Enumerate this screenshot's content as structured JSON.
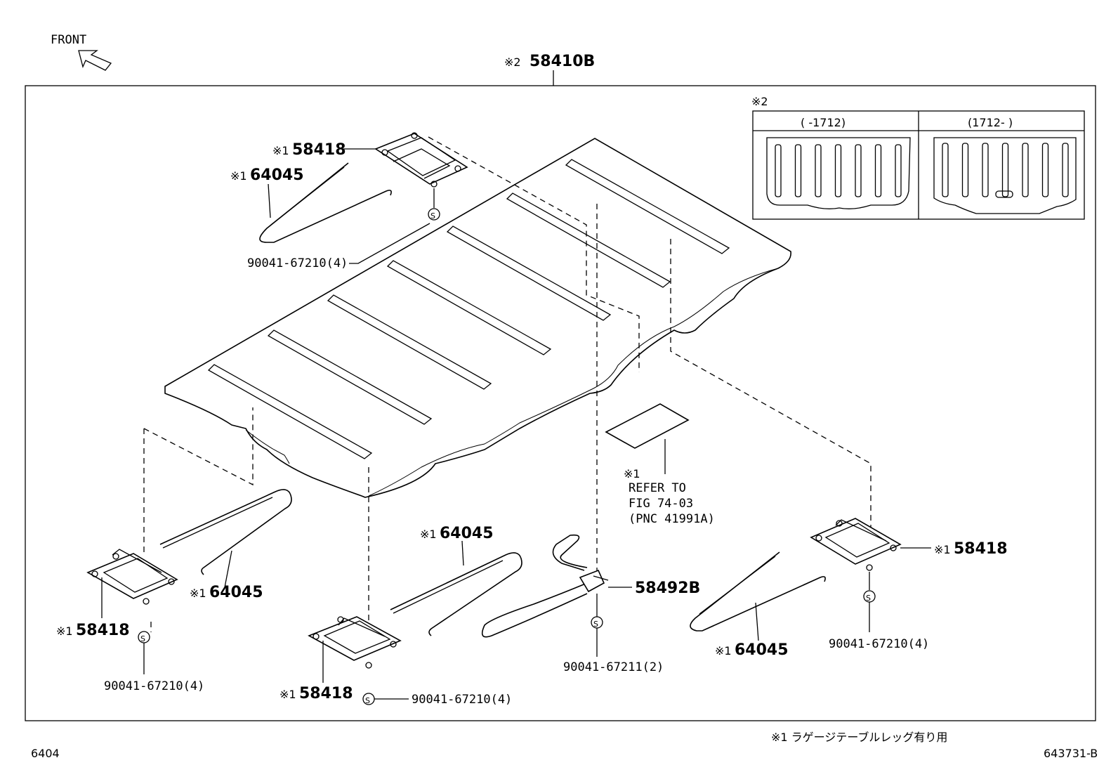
{
  "header": {
    "front_label": "FRONT",
    "main_assembly": {
      "mark": "※2",
      "pnc": "58410B"
    }
  },
  "inset": {
    "mark": "※2",
    "col_left": "(    -1712)",
    "col_right": "(1712-    )"
  },
  "callouts": {
    "bracket_top": {
      "mark": "※1",
      "pnc": "58418"
    },
    "rod_top": {
      "mark": "※1",
      "pnc": "64045"
    },
    "bolt_top": "90041-67210(4)",
    "refer_mark": "※1",
    "refer_line1": "REFER TO",
    "refer_line2": "FIG 74-03",
    "refer_line3": "(PNC 41991A)",
    "rod_left": {
      "mark": "※1",
      "pnc": "64045"
    },
    "bracket_left": {
      "mark": "※1",
      "pnc": "58418"
    },
    "bolt_left": "90041-67210(4)",
    "rod_center": {
      "mark": "※1",
      "pnc": "64045"
    },
    "bracket_center": {
      "mark": "※1",
      "pnc": "58418"
    },
    "bolt_center": "90041-67210(4)",
    "strap": {
      "pnc": "58492B"
    },
    "bolt_strap": "90041-67211(2)",
    "bracket_right": {
      "mark": "※1",
      "pnc": "58418"
    },
    "rod_right": {
      "mark": "※1",
      "pnc": "64045"
    },
    "bolt_right": "90041-67210(4)"
  },
  "bolt_symbol": "S",
  "footer": {
    "note": "※1 ラゲージテーブルレッグ有り用",
    "left_code": "6404",
    "right_code": "643731-B"
  }
}
